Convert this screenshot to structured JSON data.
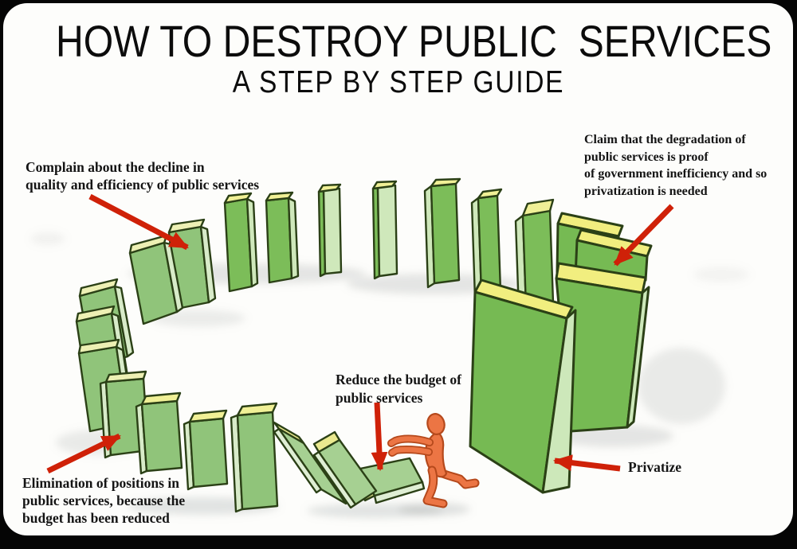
{
  "title": {
    "main": "HOW TO DESTROY PUBLIC  SERVICES",
    "subtitle": "A STEP BY STEP GUIDE"
  },
  "annotations": {
    "complain": {
      "lines": [
        "Complain about the decline in",
        "quality and efficiency of public services"
      ]
    },
    "claim": {
      "lines": [
        "Claim that the degradation of",
        "public services is proof",
        "of government inefficiency and so",
        "privatization is needed"
      ]
    },
    "reduce": {
      "lines": [
        "Reduce the budget of",
        "public services"
      ]
    },
    "elimination": {
      "lines": [
        "Elimination of positions in",
        "public services, because the",
        "budget has been reduced"
      ]
    },
    "privatize": {
      "lines": [
        "Privatize"
      ]
    }
  },
  "colors": {
    "background": "#000000",
    "card": "#fdfdfb",
    "text": "#141414",
    "arrow_red": "#cf2108",
    "domino_green": "#7cbd59",
    "domino_side_green": "#cfe8bb",
    "domino_top_yellow": "#f0f096",
    "outline_dark_green": "#2b4016",
    "figure_orange": "#ec7544"
  },
  "illustration": {
    "dominoes": "circle-of-green-dominoes-falling",
    "figure": "orange-person-pushing-domino"
  }
}
